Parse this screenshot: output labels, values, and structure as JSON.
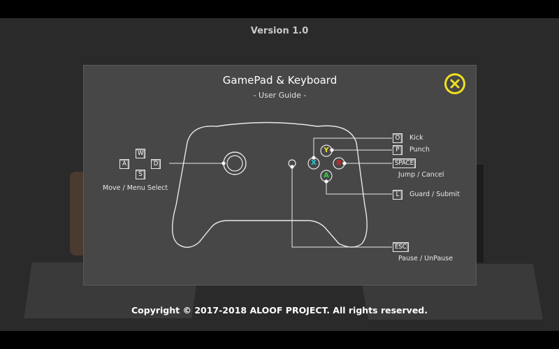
{
  "version_text": "Version 1.0",
  "copyright_text": "Copyright © 2017-2018 ALOOF PROJECT. All rights reserved.",
  "guide": {
    "title": "GamePad & Keyboard",
    "subtitle": "- User Guide -",
    "move_keys": {
      "up": "W",
      "left": "A",
      "down": "S",
      "right": "D"
    },
    "move_label": "Move / Menu Select",
    "face_buttons": {
      "top": "Y",
      "left": "X",
      "right": "B",
      "bottom": "A"
    },
    "mappings": [
      {
        "key": "O",
        "label": "Kick"
      },
      {
        "key": "P",
        "label": "Punch"
      },
      {
        "key": "SPACE",
        "label": "Jump / Cancel"
      },
      {
        "key": "L",
        "label": "Guard / Submit"
      },
      {
        "key": "ESC",
        "label": "Pause / UnPause"
      }
    ]
  },
  "colors": {
    "panel": "#474747",
    "close_accent": "#f0e020",
    "btn_y": "#f0e020",
    "btn_x": "#20c8e0",
    "btn_b": "#e02020",
    "btn_a": "#30d040"
  },
  "icons": {
    "close": "close-icon"
  }
}
